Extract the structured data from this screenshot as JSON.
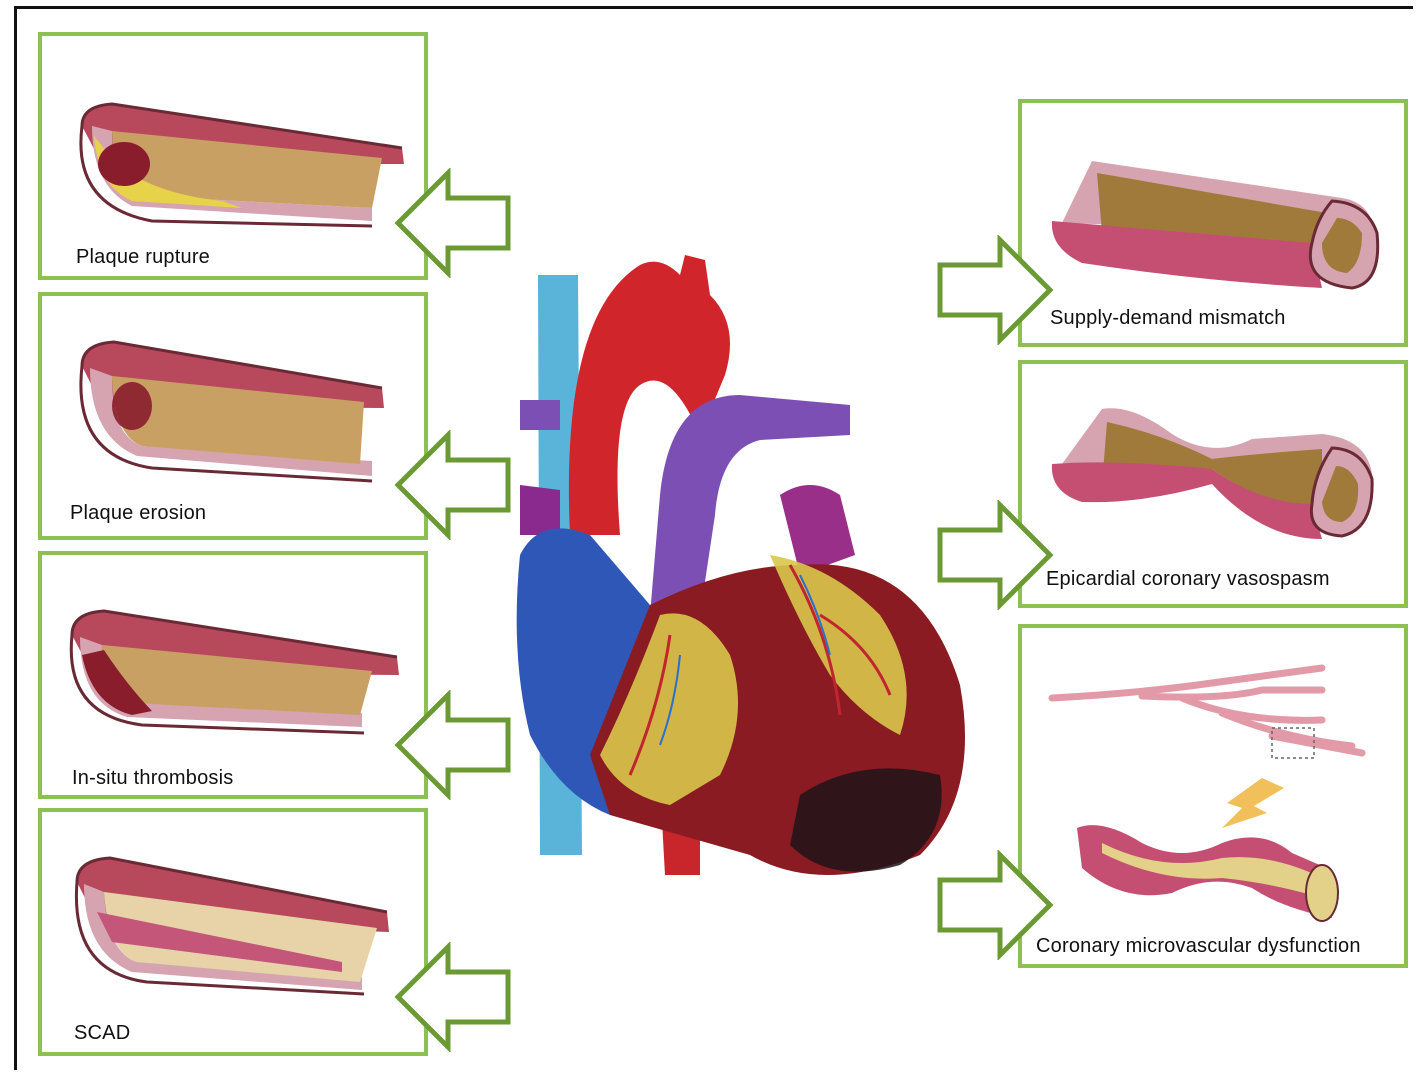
{
  "left_panels": [
    {
      "label": "Plaque rupture"
    },
    {
      "label": "Plaque erosion"
    },
    {
      "label": "In-situ thrombosis"
    },
    {
      "label": "SCAD"
    }
  ],
  "right_panels": [
    {
      "label": "Supply-demand  mismatch"
    },
    {
      "label": "Epicardial coronary vasospasm"
    },
    {
      "label": "Coronary microvascular dysfunction"
    }
  ],
  "colors": {
    "panel_border": "#8cc152",
    "arrow": "#6b9a35",
    "vessel_wall": "#b0485a",
    "vessel_lumen": "#c9a064",
    "plaque": "#8a1d2c"
  }
}
